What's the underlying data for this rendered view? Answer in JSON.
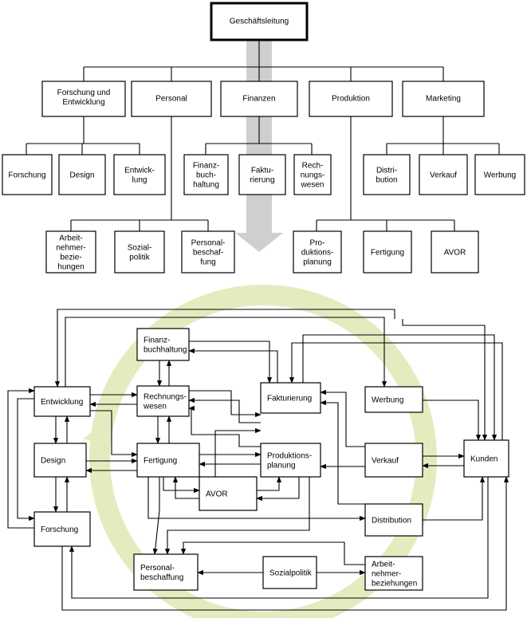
{
  "colors": {
    "accent_band": "#cfcfcf",
    "cycle_ring": "#e4ebbf",
    "line": "#000000"
  },
  "hierarchy": {
    "root": "Geschäftsleitung",
    "departments": [
      {
        "label": "Forschung und Entwicklung",
        "children": [
          "Forschung",
          "Design",
          "Entwick-lung"
        ]
      },
      {
        "label": "Personal",
        "children": [
          "Arbeit-nehmer-bezie-hungen",
          "Sozial-politik",
          "Personal-beschaf-fung"
        ]
      },
      {
        "label": "Finanzen",
        "children": [
          "Finanz-buch-haltung",
          "Faktu-rierung",
          "Rech-nungs-wesen"
        ]
      },
      {
        "label": "Produktion",
        "children": [
          "Pro-duktions-planung",
          "Fertigung",
          "AVOR"
        ]
      },
      {
        "label": "Marketing",
        "children": [
          "Distri-bution",
          "Verkauf",
          "Werbung"
        ]
      }
    ]
  },
  "network": {
    "nodes": {
      "finanzbuchhaltung": "Finanz-buchhaltung",
      "rechnungswesen": "Rechnungs-wesen",
      "fakturierung": "Fakturierung",
      "werbung": "Werbung",
      "entwicklung": "Entwicklung",
      "design": "Design",
      "fertigung": "Fertigung",
      "produktionsplanung": "Produktions-planung",
      "verkauf": "Verkauf",
      "kunden": "Kunden",
      "avor": "AVOR",
      "forschung": "Forschung",
      "distribution": "Distribution",
      "personalbeschaffung": "Personal-beschaffung",
      "sozialpolitik": "Sozialpolitik",
      "arbeitnehmerbeziehungen": "Arbeit-nehmer-beziehungen"
    }
  }
}
